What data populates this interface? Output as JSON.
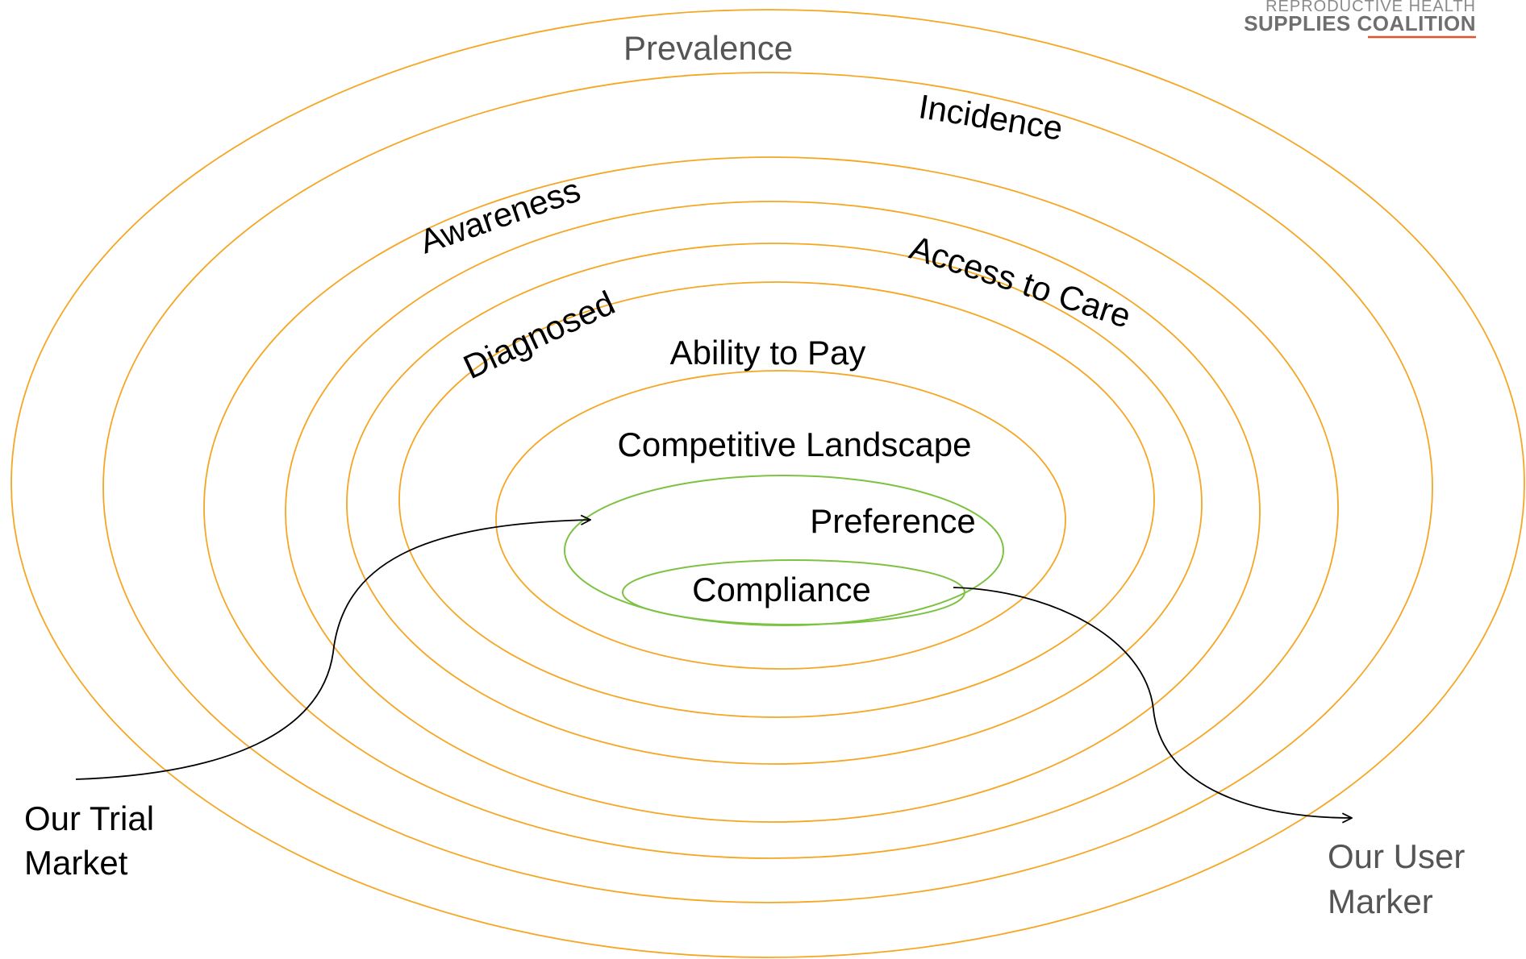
{
  "logo": {
    "line1": "REPRODUCTIVE HEALTH",
    "line2": "SUPPLIES COALITION",
    "underline_color": "#e3522b"
  },
  "colors": {
    "outer_rings": "#f5a623",
    "inner_rings": "#7dc242",
    "label_text": "#000000",
    "muted_text": "#555555"
  },
  "rings": [
    {
      "label": "Prevalence"
    },
    {
      "label": "Incidence"
    },
    {
      "label": "Awareness"
    },
    {
      "label": "Access to Care"
    },
    {
      "label": "Diagnosed"
    },
    {
      "label": "Ability to Pay"
    },
    {
      "label": "Competitive Landscape"
    },
    {
      "label": "Preference"
    },
    {
      "label": "Compliance"
    }
  ],
  "trial_market": {
    "line1": "Our Trial",
    "line2": "Market"
  },
  "user_marker": {
    "line1": "Our User",
    "line2": "Marker"
  }
}
